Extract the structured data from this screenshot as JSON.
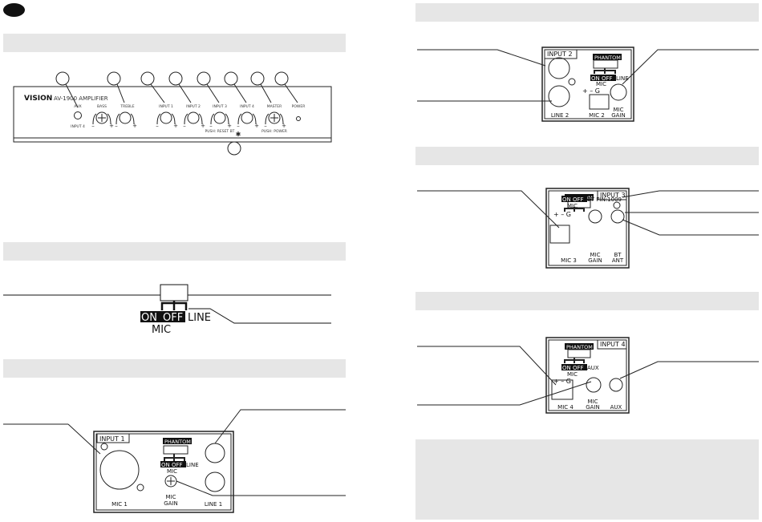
{
  "front_panel": {
    "brand": "VISION",
    "model": "AV-1900 AMPLIFIER",
    "aux": "AUX",
    "input4_small": "INPUT 4",
    "bass": "BASS",
    "treble": "TREBLE",
    "input1": "INPUT 1",
    "input2": "INPUT 2",
    "input3": "INPUT 3",
    "input4": "INPUT 4",
    "master": "MASTER",
    "power": "POWER",
    "push_reset_bt": "PUSH: RESET BT",
    "asterisk": "✱",
    "push_power": "PUSH: POWER",
    "minus": "–",
    "plus": "+"
  },
  "switch_detail": {
    "on": "ON",
    "off": "OFF",
    "line": "LINE",
    "mic": "MIC"
  },
  "input1_panel": {
    "title": "INPUT 1",
    "phantom": "PHANTOM",
    "on": "ON",
    "off": "OFF",
    "line_sw": "LINE",
    "mic_sw": "MIC",
    "mic1": "MIC 1",
    "mic_gain": "MIC",
    "gain": "GAIN",
    "line1": "LINE 1"
  },
  "input2_panel": {
    "title": "INPUT 2",
    "phantom": "PHANTOM",
    "on": "ON",
    "off": "OFF",
    "line_sw": "LINE",
    "mic_sw": "MIC",
    "pins": "+  –  G",
    "line2": "LINE 2",
    "mic2": "MIC 2",
    "mic_gain": "MIC",
    "gain": "GAIN"
  },
  "input3_panel": {
    "title": "INPUT 3",
    "phantom": "PHANTOM",
    "on": "ON",
    "off": "OFF",
    "bt_pin": "BT PIN:1009",
    "mic_sw": "MIC",
    "pins": "+  –  G",
    "mic3": "MIC 3",
    "mic_gain": "MIC",
    "gain": "GAIN",
    "bt": "BT",
    "ant": "ANT"
  },
  "input4_panel": {
    "title": "INPUT 4",
    "phantom": "PHANTOM",
    "on": "ON",
    "off": "OFF",
    "aux_sw": "AUX",
    "mic_sw": "MIC",
    "pins": "+  –  G",
    "mic4": "MIC 4",
    "mic_gain": "MIC",
    "gain": "GAIN",
    "aux": "AUX"
  }
}
